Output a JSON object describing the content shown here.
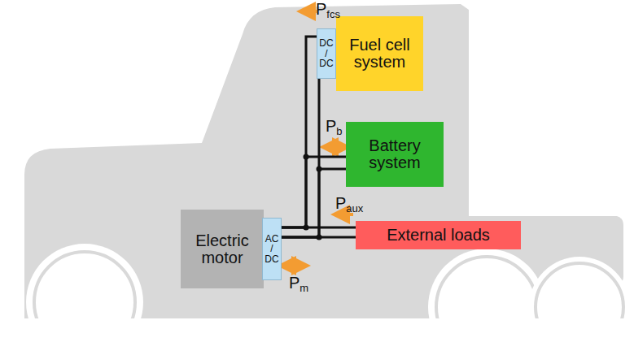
{
  "diagram": {
    "nodes": [
      {
        "text": [
          "DC / DC"
        ]
      },
      {
        "text": [
          "Fuel cell system"
        ]
      },
      {
        "text": [
          "Battery system"
        ]
      },
      {
        "text": [
          "External loads"
        ]
      },
      {
        "text": [
          "Electric motor"
        ]
      },
      {
        "text": [
          "AC / DC"
        ]
      }
    ],
    "edges": [
      {
        "from": 0,
        "to": 5,
        "arrow": "none"
      },
      {
        "from": 2,
        "to": 5,
        "arrow": "none"
      },
      {
        "from": 3,
        "to": 5,
        "arrow": "none"
      }
    ],
    "labels": [
      "Pfcs",
      "Pb",
      "Paux",
      "Pm"
    ]
  }
}
